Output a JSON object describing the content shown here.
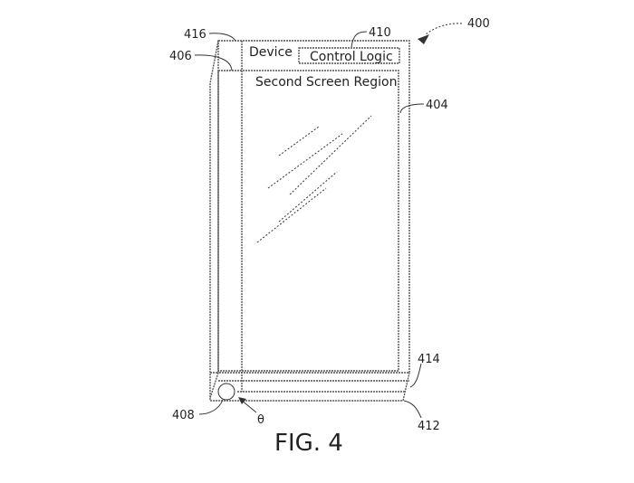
{
  "figure": {
    "caption": "FIG. 4"
  },
  "labels": {
    "device": "Device",
    "control_logic": "Control Logic",
    "second_screen_region": "Second Screen Region",
    "angle": "θ"
  },
  "reference_numerals": {
    "r400": "400",
    "r404": "404",
    "r406": "406",
    "r408": "408",
    "r410": "410",
    "r412": "412",
    "r414": "414",
    "r416": "416"
  }
}
